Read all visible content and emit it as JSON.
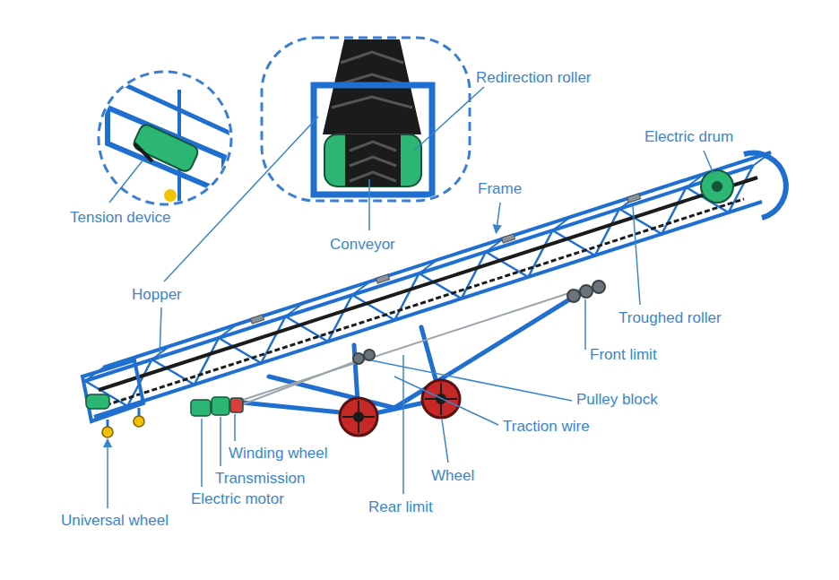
{
  "diagram": {
    "labels": [
      "Redirection roller",
      "Electric drum",
      "Frame",
      "Tension device",
      "Conveyor",
      "Hopper",
      "Troughed roller",
      "Front limit",
      "Pulley block",
      "Traction wire",
      "Winding wheel",
      "Wheel",
      "Transmission",
      "Electric motor",
      "Rear limit",
      "Universal wheel"
    ]
  }
}
